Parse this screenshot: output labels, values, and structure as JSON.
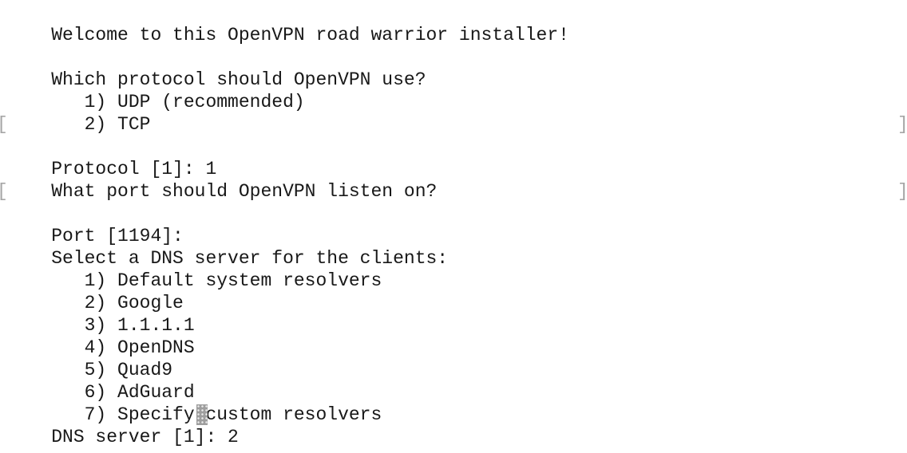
{
  "terminal": {
    "description": "OpenVPN road warrior installer shell script prompts",
    "colors": {
      "background": "#ffffff",
      "text": "#181818",
      "field_marker": "#a6a6a6",
      "cursor": "#9e9e9e"
    },
    "field_markers": {
      "open": "[",
      "close": "]"
    },
    "lines": [
      {
        "text": "Welcome to this OpenVPN road warrior installer!"
      },
      {
        "text": ""
      },
      {
        "text": "Which protocol should OpenVPN use?"
      },
      {
        "text": "   1) UDP (recommended)"
      },
      {
        "text": "   2) TCP"
      },
      {
        "text": "Protocol [1]: 1"
      },
      {
        "text": ""
      },
      {
        "text": "What port should OpenVPN listen on?"
      },
      {
        "text": "Port [1194]:"
      },
      {
        "text": ""
      },
      {
        "text": "Select a DNS server for the clients:"
      },
      {
        "text": "   1) Default system resolvers"
      },
      {
        "text": "   2) Google"
      },
      {
        "text": "   3) 1.1.1.1"
      },
      {
        "text": "   4) OpenDNS"
      },
      {
        "text": "   5) Quad9"
      },
      {
        "text": "   6) AdGuard"
      },
      {
        "text": "   7) Specify custom resolvers"
      },
      {
        "text": "DNS server [1]: 2"
      }
    ]
  }
}
